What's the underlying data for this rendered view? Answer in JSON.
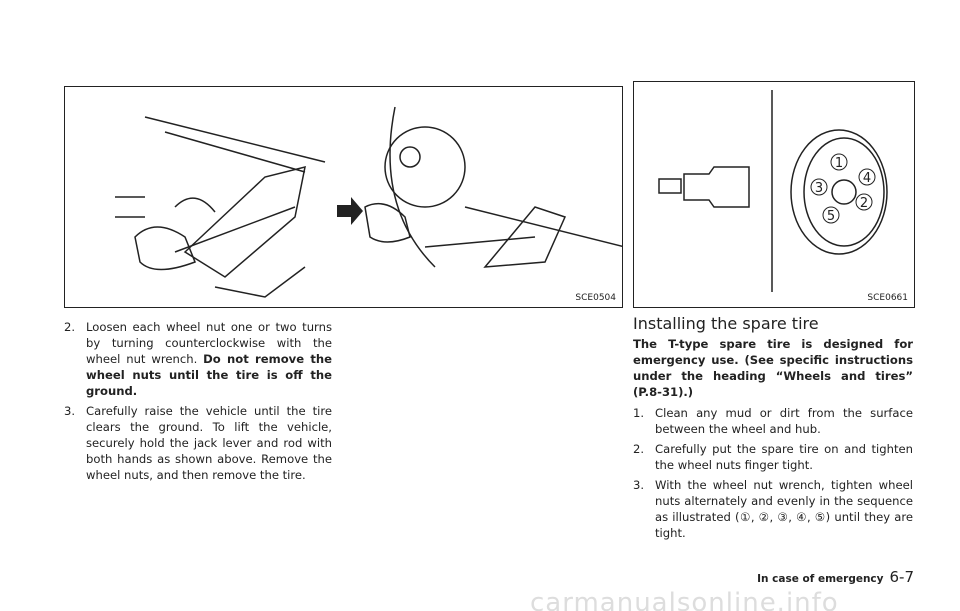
{
  "figures": [
    {
      "code": "SCE0504"
    },
    {
      "code": "SCE0661"
    }
  ],
  "left_steps": [
    {
      "num": "2.",
      "text": "Loosen each wheel nut one or two turns by turning counterclockwise with the wheel nut wrench. ",
      "bold": "Do not remove the wheel nuts until the tire is off the ground."
    },
    {
      "num": "3.",
      "text": "Carefully raise the vehicle until the tire clears the ground. To lift the vehicle, securely hold the jack lever and rod with both hands as shown above. Remove the wheel nuts, and then remove the tire."
    }
  ],
  "section": {
    "heading": "Installing the spare tire",
    "intro": "The T-type spare tire is designed for emergency use. (See specific instructions under the heading “Wheels and tires” (P.8-31).)",
    "steps": [
      {
        "num": "1.",
        "text": "Clean any mud or dirt from the surface between the wheel and hub."
      },
      {
        "num": "2.",
        "text": "Carefully put the spare tire on and tighten the wheel nuts finger tight."
      },
      {
        "num": "3.",
        "text": "With the wheel nut wrench, tighten wheel nuts alternately and evenly in the sequence as illustrated (①, ②, ③, ④, ⑤) until they are tight."
      }
    ]
  },
  "footer": {
    "section": "In case of emergency",
    "page": "6-7"
  },
  "watermark": "carmanualsonline.info",
  "nut_labels": [
    "1",
    "2",
    "3",
    "4",
    "5"
  ]
}
